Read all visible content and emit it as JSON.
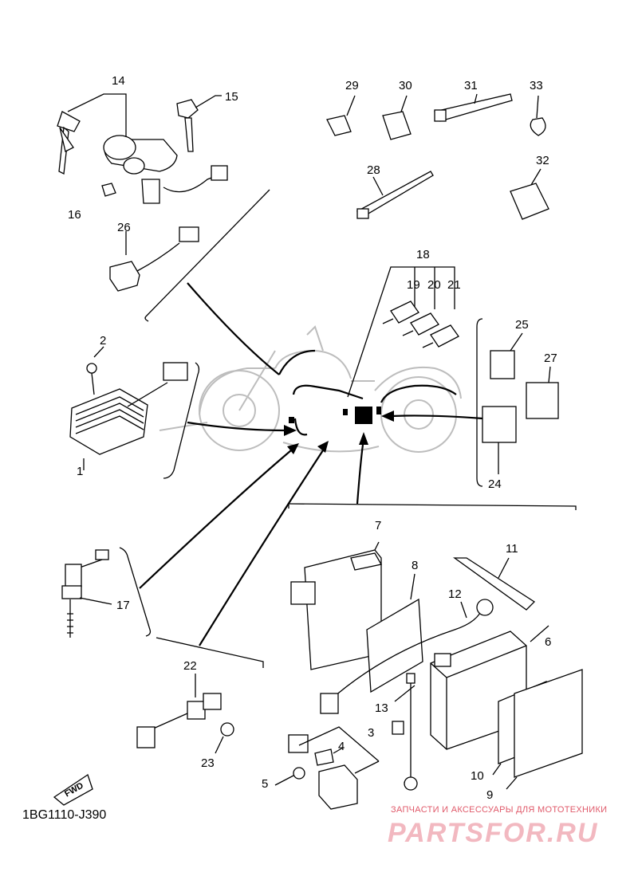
{
  "diagram": {
    "code": "1BG1110-J390",
    "fwd_label": "FWD",
    "labels": {
      "p1": "1",
      "p2": "2",
      "p3": "3",
      "p4": "4",
      "p5": "5",
      "p6": "6",
      "p7": "7",
      "p8": "8",
      "p9": "9",
      "p10": "10",
      "p11": "11",
      "p12": "12",
      "p13": "13",
      "p14": "14",
      "p15": "15",
      "p16": "16",
      "p17": "17",
      "p18": "18",
      "p19": "19",
      "p20": "20",
      "p21": "21",
      "p22": "22",
      "p23": "23",
      "p24": "24",
      "p25": "25",
      "p26": "26",
      "p27": "27",
      "p28": "28",
      "p29": "29",
      "p30": "30",
      "p31": "31",
      "p32": "32",
      "p33": "33"
    }
  },
  "watermark": {
    "caption": "ЗАПЧАСТИ И АКСЕССУАРЫ ДЛЯ МОТОТЕХНИКИ",
    "logo": "PARTSFOR.RU"
  }
}
